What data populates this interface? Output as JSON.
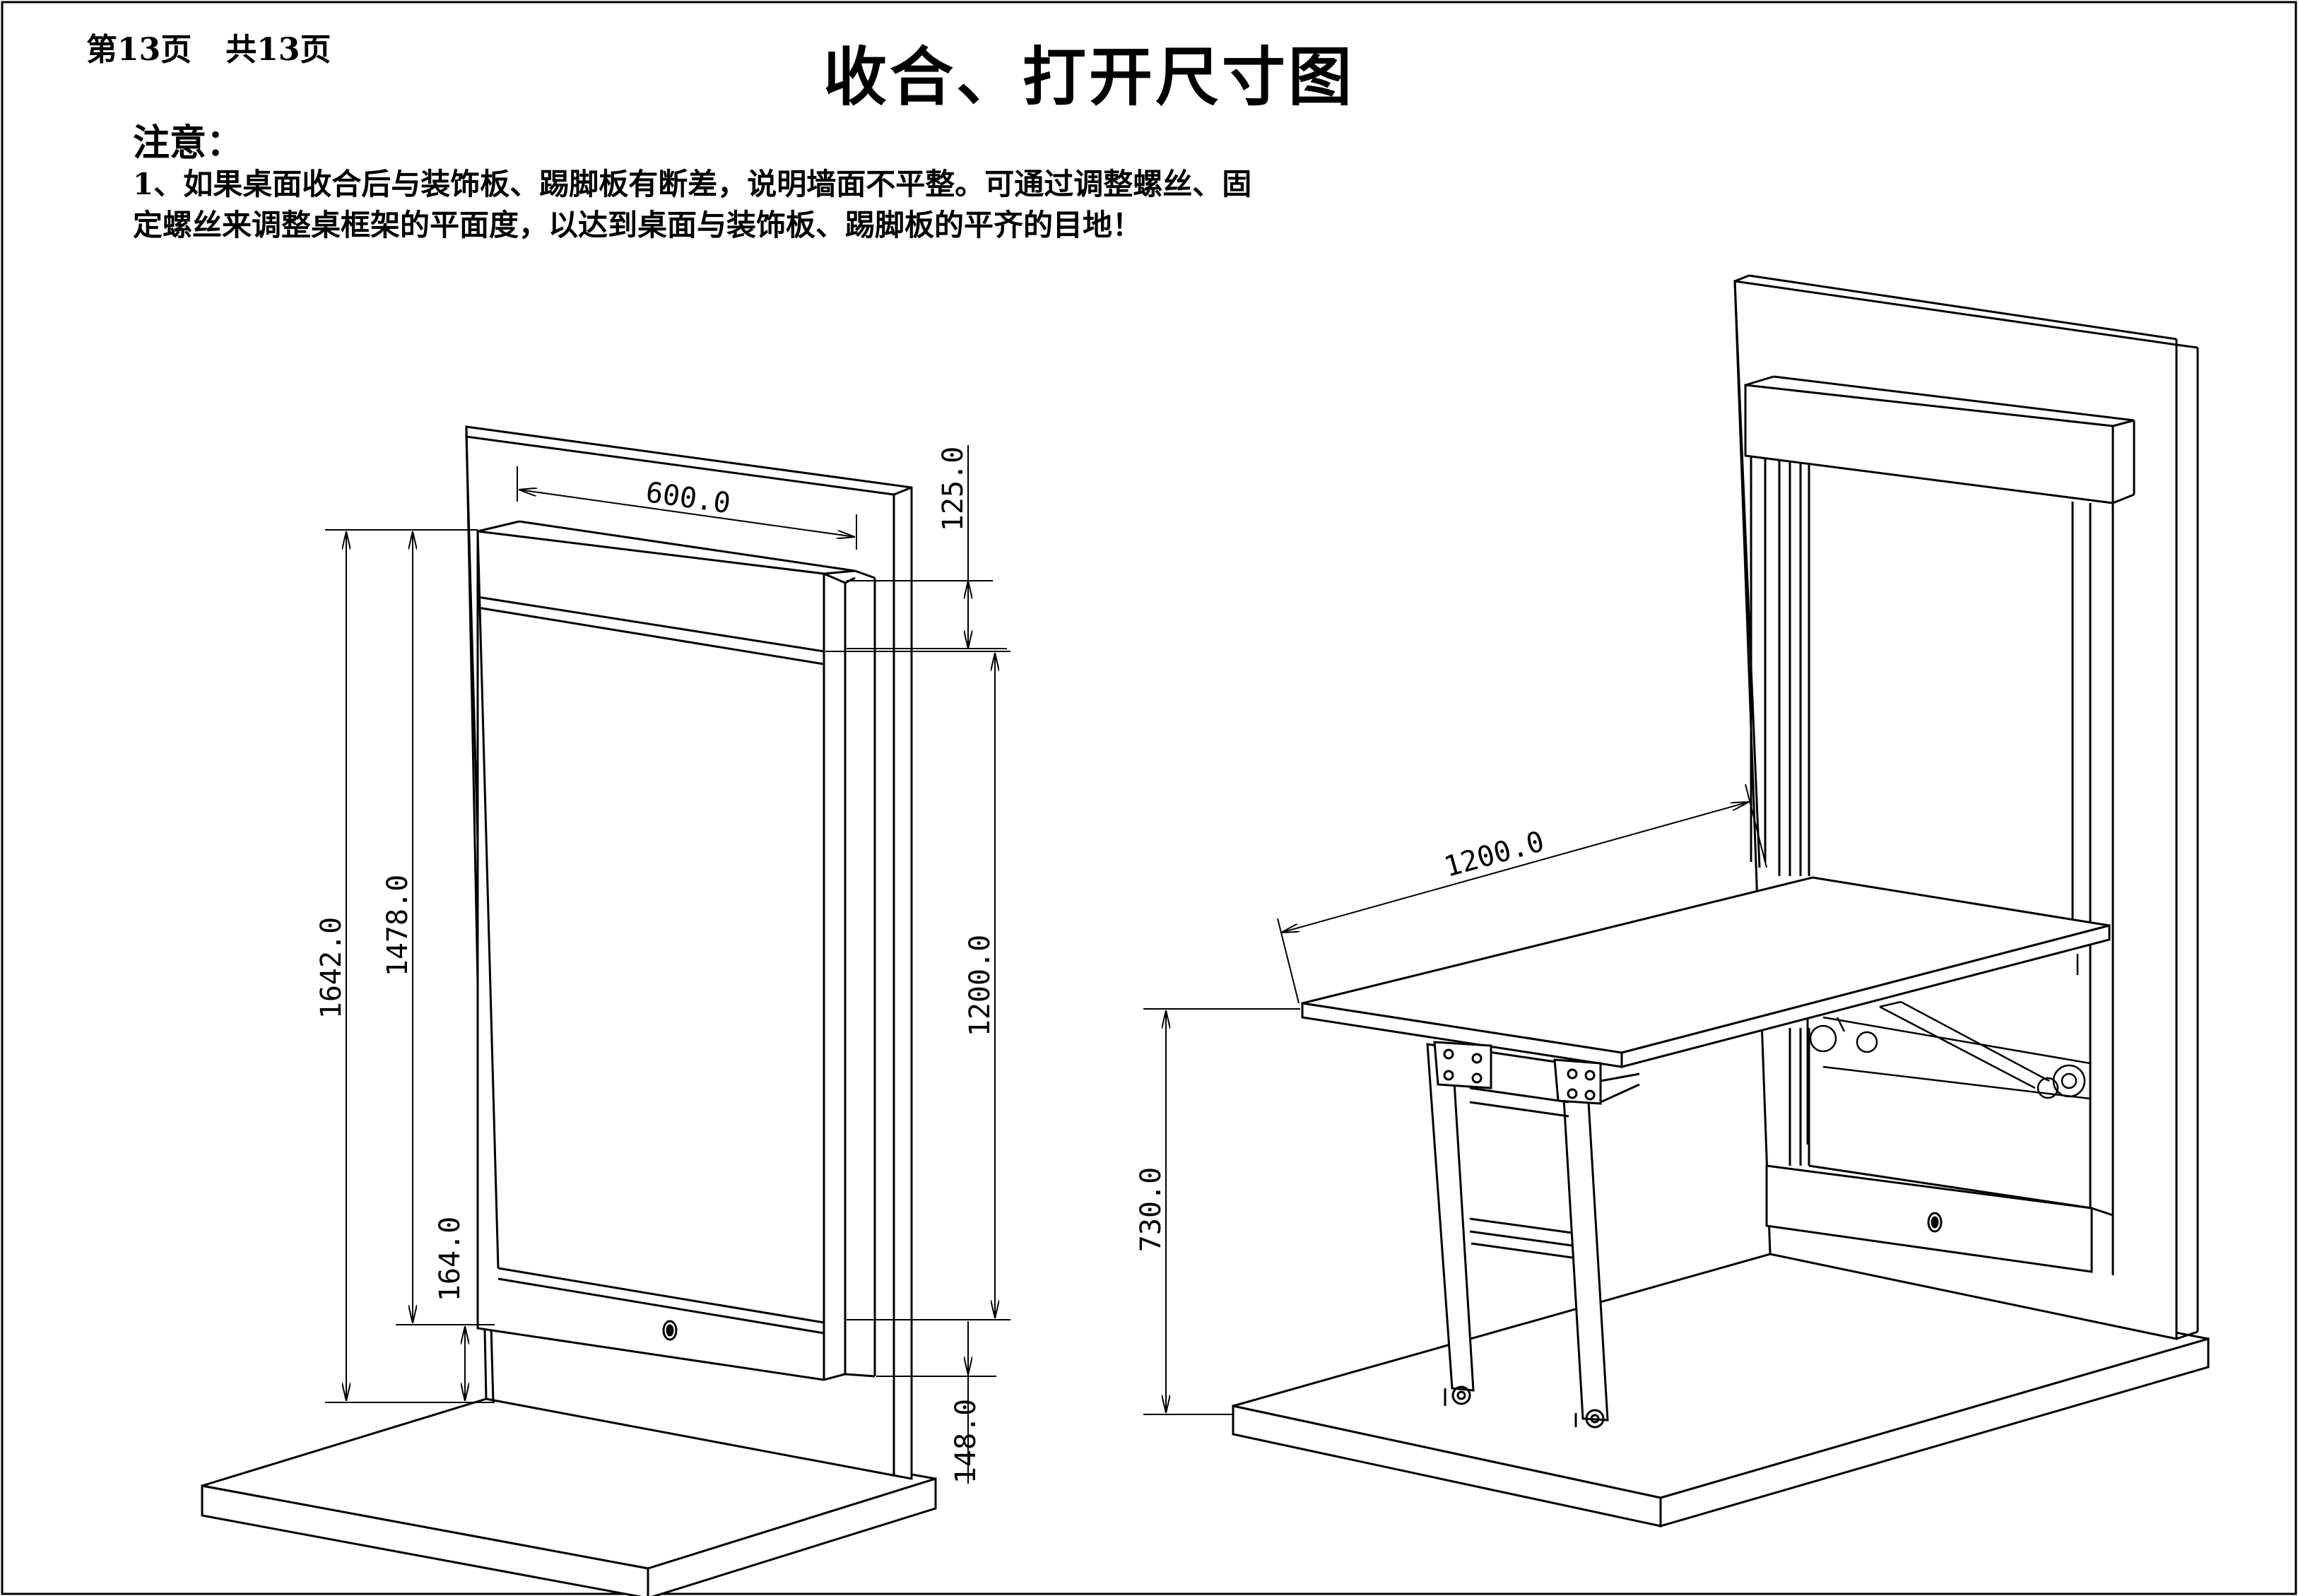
{
  "header": {
    "page_current": "第13页",
    "page_total": "共13页",
    "title": "收合、打开尺寸图"
  },
  "notice": {
    "heading": "注意：",
    "line1": "1、如果桌面收合后与装饰板、踢脚板有断差，说明墙面不平整。可通过调整螺丝、固",
    "line2": "定螺丝来调整桌框架的平面度，以达到桌面与装饰板、踢脚板的平齐的目地！"
  },
  "closed_view": {
    "dim_width": "600.0",
    "dim_top_panel": "125.0",
    "dim_total_height": "1642.0",
    "dim_cabinet_height": "1478.0",
    "dim_table_length": "1200.0",
    "dim_bottom_panel": "164.0",
    "dim_kickboard": "148.0"
  },
  "open_view": {
    "dim_table_depth": "1200.0",
    "dim_table_height": "730.0"
  }
}
